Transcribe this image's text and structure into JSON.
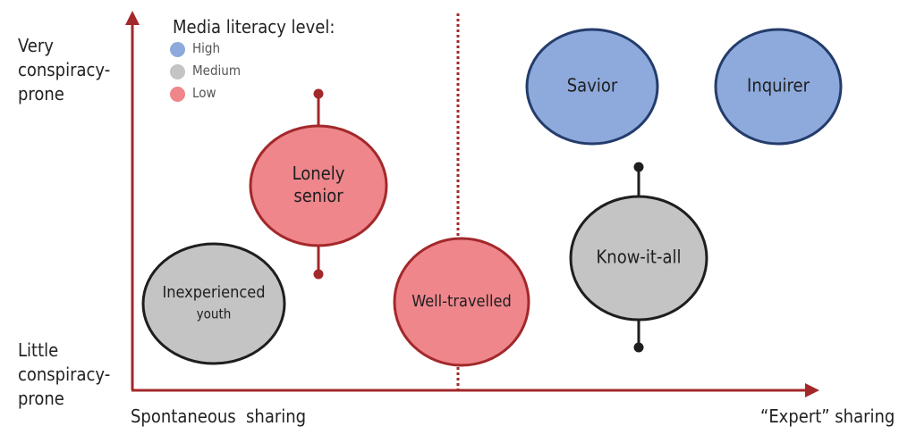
{
  "axes": {
    "y_top": "Very conspiracy-prone",
    "y_top_lines": [
      "Very",
      "conspiracy-",
      "prone"
    ],
    "y_bottom": "Little conspiracy-prone",
    "y_bottom_lines": [
      "Little",
      "conspiracy-",
      "prone"
    ],
    "x_left": "Spontaneous  sharing",
    "x_right": "“Expert” sharing"
  },
  "legend": {
    "title": "Media literacy level:",
    "items": [
      {
        "label": "High",
        "color": "#8eaadc"
      },
      {
        "label": "Medium",
        "color": "#c4c4c4"
      },
      {
        "label": "Low",
        "color": "#ee868c"
      }
    ]
  },
  "colors": {
    "axis": "#a3282a",
    "high_fill": "#8eaadc",
    "high_stroke": "#243c6b",
    "medium_fill": "#c4c4c4",
    "medium_stroke": "#1e1e1e",
    "low_fill": "#ee868c",
    "low_stroke": "#a3282a",
    "whisker_low": "#a3282a",
    "whisker_medium": "#1e1e1e"
  },
  "personas": [
    {
      "id": "savior",
      "lines": [
        "Savior"
      ],
      "level": "high"
    },
    {
      "id": "inquirer",
      "lines": [
        "Inquirer"
      ],
      "level": "high"
    },
    {
      "id": "lonely-senior",
      "lines": [
        "Lonely",
        "senior"
      ],
      "level": "low"
    },
    {
      "id": "inexperienced-youth",
      "lines": [
        "Inexperienced",
        "youth"
      ],
      "level": "medium"
    },
    {
      "id": "well-travelled",
      "lines": [
        "Well-travelled"
      ],
      "level": "low"
    },
    {
      "id": "know-it-all",
      "lines": [
        "Know-it-all"
      ],
      "level": "medium"
    }
  ]
}
